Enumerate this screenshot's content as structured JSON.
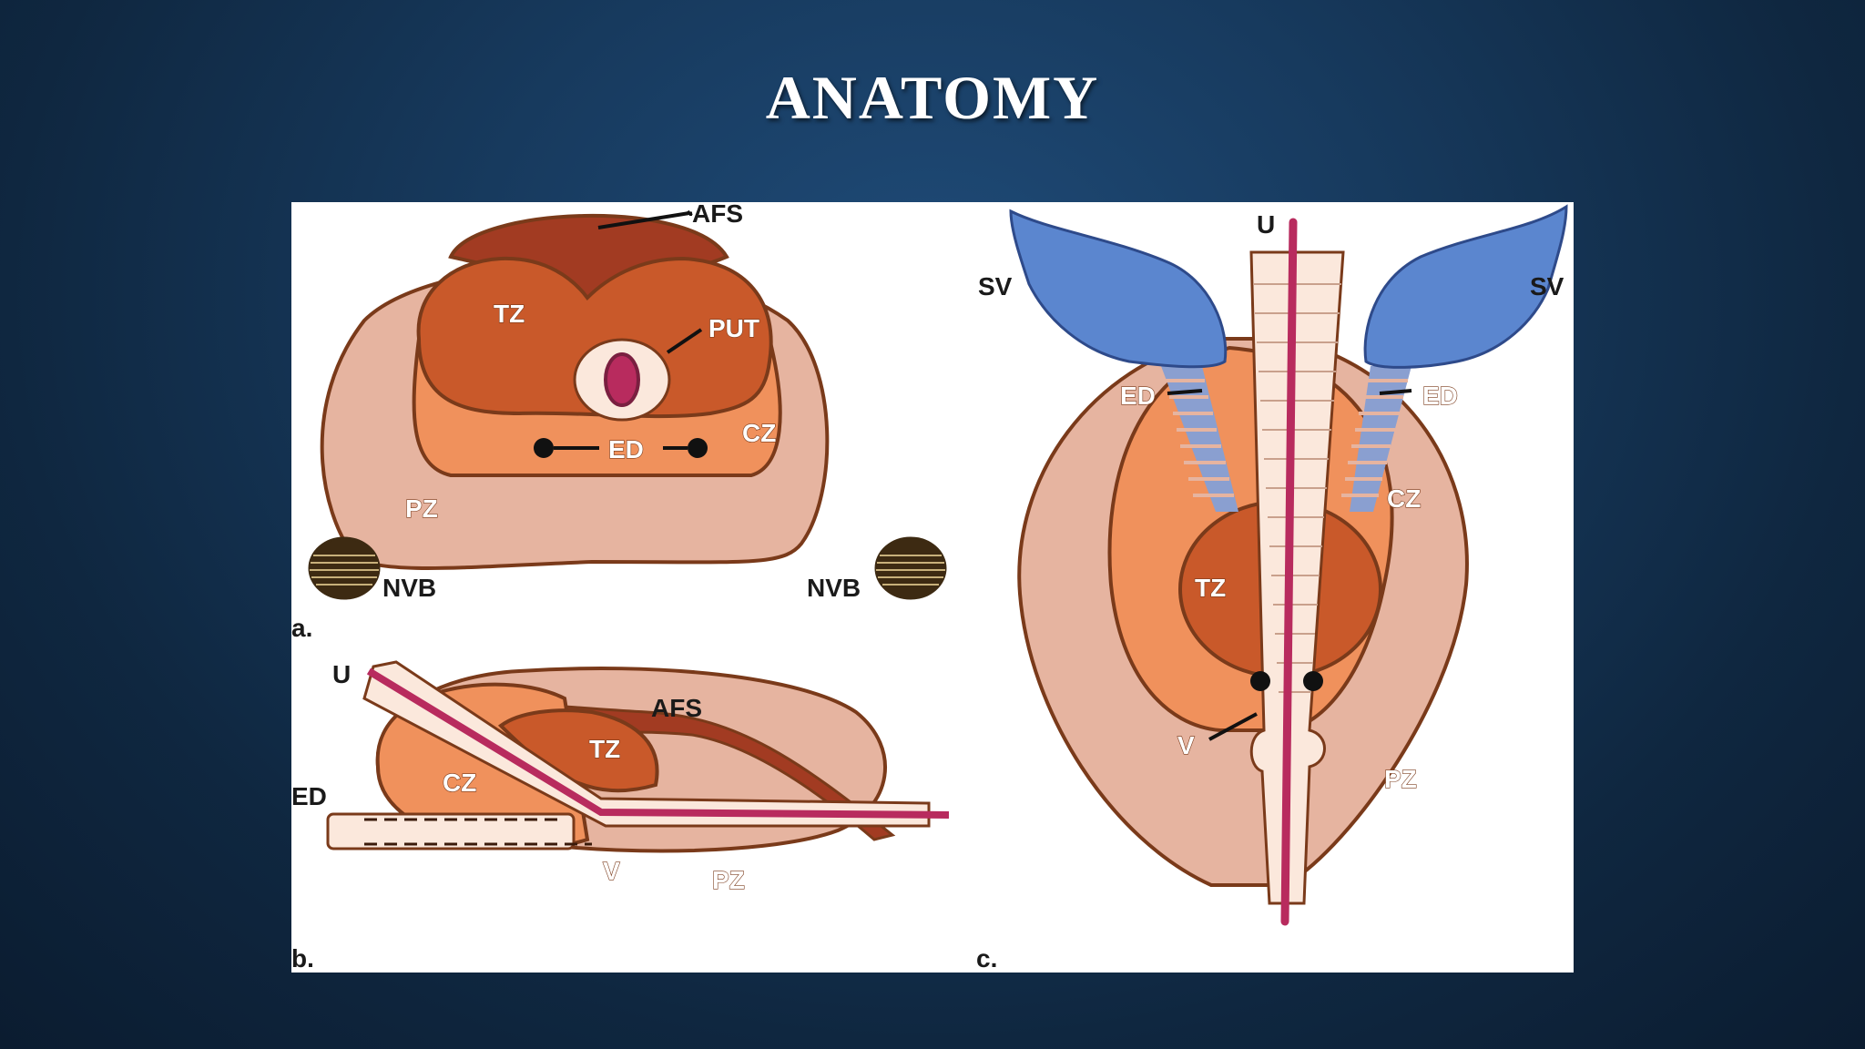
{
  "slide": {
    "title": "ANATOMY"
  },
  "figure": {
    "panel_a": {
      "caption": "a.",
      "labels": {
        "afs": "AFS",
        "tz": "TZ",
        "put": "PUT",
        "cz": "CZ",
        "ed": "ED",
        "pz": "PZ",
        "nvb_left": "NVB",
        "nvb_right": "NVB"
      }
    },
    "panel_b": {
      "caption": "b.",
      "labels": {
        "u": "U",
        "afs": "AFS",
        "tz": "TZ",
        "cz": "CZ",
        "ed": "ED",
        "v": "V",
        "pz": "PZ"
      }
    },
    "panel_c": {
      "caption": "c.",
      "labels": {
        "u": "U",
        "sv_left": "SV",
        "sv_right": "SV",
        "ed_left": "ED",
        "ed_right": "ED",
        "cz": "CZ",
        "tz": "TZ",
        "v": "V",
        "pz": "PZ"
      }
    }
  },
  "colors": {
    "afs": "#a23b22",
    "tz": "#c9592a",
    "cz": "#f0915c",
    "pz": "#e6b4a0",
    "outline": "#7a3a1a",
    "urethra": "#b82b5e",
    "sv": "#5b86cf"
  }
}
